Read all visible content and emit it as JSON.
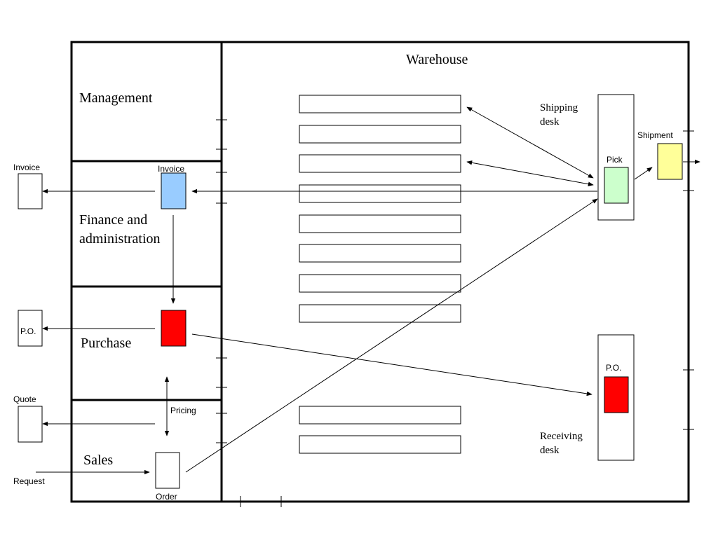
{
  "departments": {
    "management": "Management",
    "finance_line1": "Finance and",
    "finance_line2": "administration",
    "purchase": "Purchase",
    "sales": "Sales"
  },
  "warehouse": {
    "title": "Warehouse",
    "shipping_desk_line1": "Shipping",
    "shipping_desk_line2": "desk",
    "receiving_desk_line1": "Receiving",
    "receiving_desk_line2": "desk",
    "pick_label": "Pick",
    "po_label": "P.O.",
    "shipment_label": "Shipment"
  },
  "documents": {
    "invoice_internal": "Invoice",
    "order": "Order",
    "pricing": "Pricing",
    "external_invoice": "Invoice",
    "external_po": "P.O.",
    "external_quote": "Quote",
    "request": "Request"
  },
  "colors": {
    "invoice_doc": "#99ccff",
    "purchase_doc": "#ff0000",
    "pick_doc": "#ccffcc",
    "shipment_doc": "#ffff99",
    "receiving_po_doc": "#ff0000",
    "stroke": "#000000"
  }
}
